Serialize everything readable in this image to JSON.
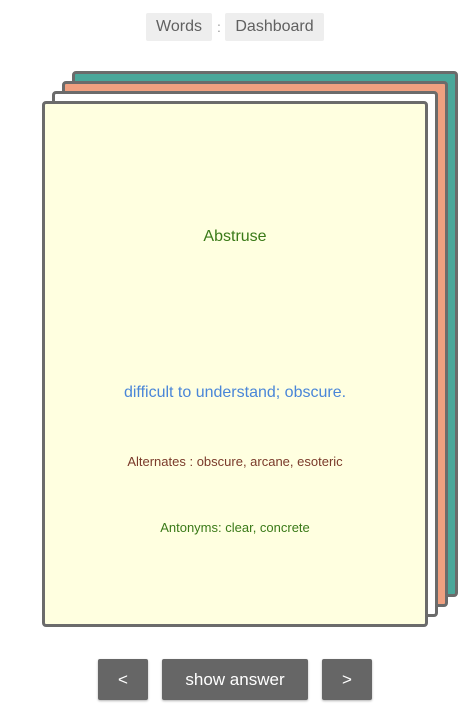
{
  "nav": {
    "words_label": "Words",
    "separator": ":",
    "dashboard_label": "Dashboard"
  },
  "card": {
    "word": "Abstruse",
    "definition": "difficult to understand; obscure.",
    "alternates": "Alternates : obscure, arcane, esoteric",
    "antonyms": "Antonyms: clear, concrete"
  },
  "controls": {
    "prev_label": "<",
    "show_answer_label": "show answer",
    "next_label": ">"
  },
  "colors": {
    "card_front": "#ffffe0",
    "card_back_teal": "#4aa79a",
    "card_back_salmon": "#f0a080",
    "card_back_white": "#ffffff",
    "button_bg": "#666666",
    "word_color": "#3a7a18",
    "definition_color": "#4a86d8",
    "alternates_color": "#7a3a2a"
  }
}
